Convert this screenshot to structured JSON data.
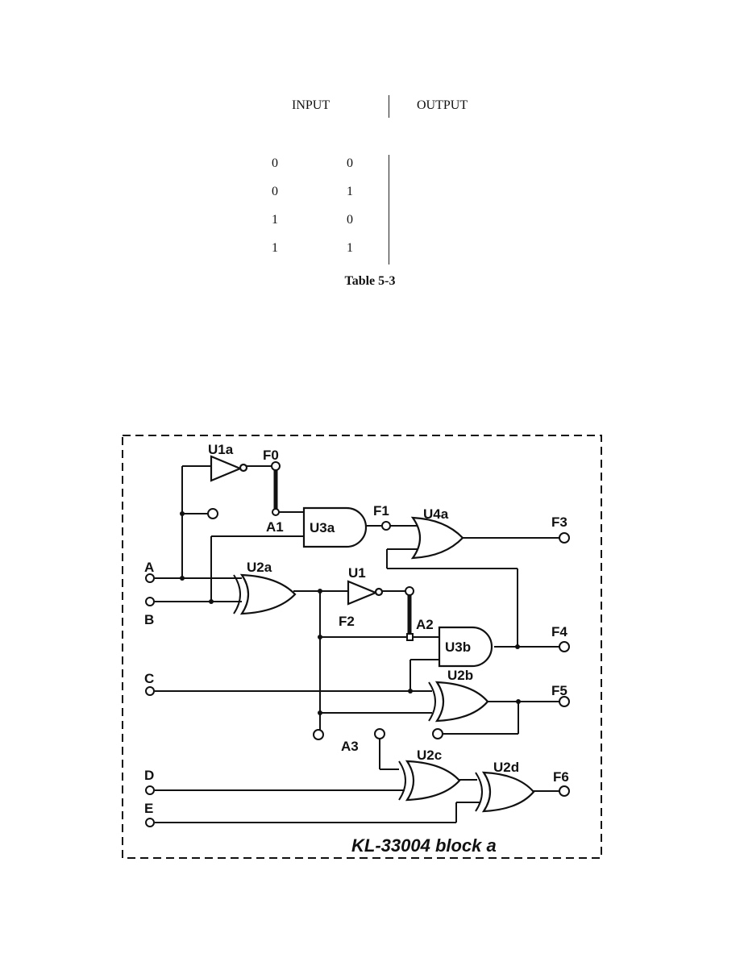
{
  "truth_table": {
    "headers": {
      "input": "INPUT",
      "output": "OUTPUT"
    },
    "rows": [
      [
        "0",
        "0"
      ],
      [
        "0",
        "1"
      ],
      [
        "1",
        "0"
      ],
      [
        "1",
        "1"
      ]
    ],
    "caption": "Table 5-3"
  },
  "diagram": {
    "block_title": "KL-33004 block a",
    "gates": {
      "u1a": "U1a",
      "u1": "U1",
      "u2a": "U2a",
      "u2b": "U2b",
      "u2c": "U2c",
      "u2d": "U2d",
      "u3a": "U3a",
      "u3b": "U3b",
      "u4a": "U4a"
    },
    "inputs": {
      "a": "A",
      "b": "B",
      "c": "C",
      "d": "D",
      "e": "E"
    },
    "test_points": {
      "f0": "F0",
      "f1": "F1",
      "f2": "F2",
      "f3": "F3",
      "f4": "F4",
      "f5": "F5",
      "f6": "F6",
      "a1": "A1",
      "a2": "A2",
      "a3": "A3"
    }
  }
}
